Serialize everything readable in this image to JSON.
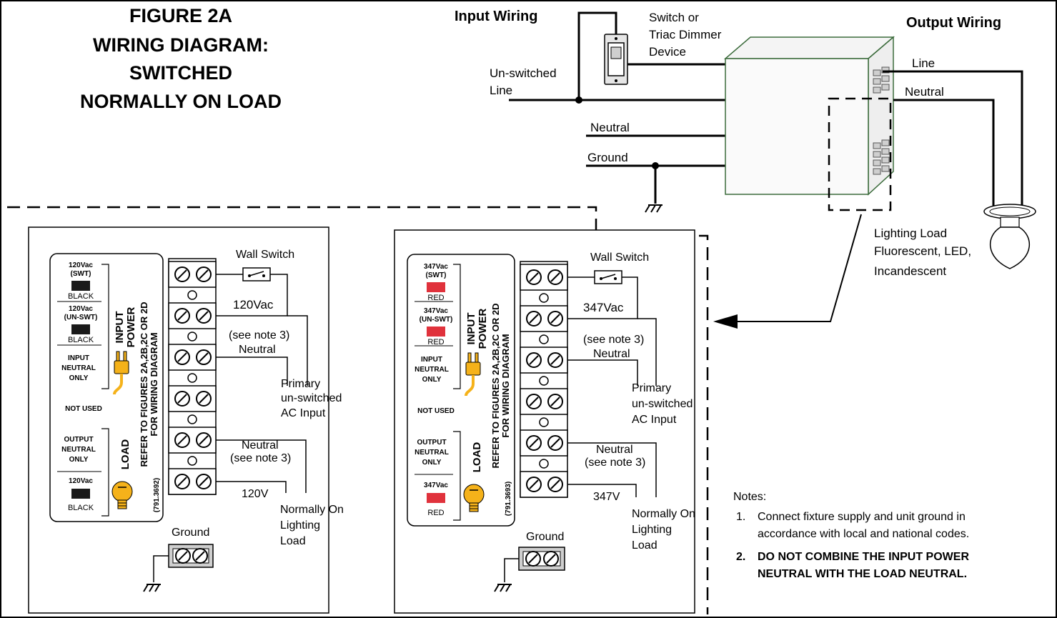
{
  "title": {
    "line1": "FIGURE 2A",
    "line2": "WIRING DIAGRAM:",
    "line3": "SWITCHED",
    "line4": "NORMALLY ON LOAD"
  },
  "top": {
    "input_wiring": "Input Wiring",
    "output_wiring": "Output Wiring",
    "switch_line1": "Switch or",
    "switch_line2": "Triac Dimmer",
    "switch_line3": "Device",
    "unswitched_line1": "Un-switched",
    "unswitched_line2": "Line",
    "neutral": "Neutral",
    "ground": "Ground",
    "out_line": "Line",
    "out_neutral": "Neutral",
    "load_line1": "Lighting Load",
    "load_line2": "Fluorescent, LED,",
    "load_line3": "Incandescent"
  },
  "panel120": {
    "swt_v": "120Vac",
    "swt_tag": "(SWT)",
    "swt_color": "BLACK",
    "unswt_v": "120Vac",
    "unswt_tag": "(UN-SWT)",
    "unswt_color": "BLACK",
    "input_neutral_1": "INPUT",
    "input_neutral_2": "NEUTRAL",
    "input_neutral_3": "ONLY",
    "not_used": "NOT USED",
    "output_neutral_1": "OUTPUT",
    "output_neutral_2": "NEUTRAL",
    "output_neutral_3": "ONLY",
    "load_v": "120Vac",
    "load_color": "BLACK",
    "input_power_1": "INPUT",
    "input_power_2": "POWER",
    "load": "LOAD",
    "refer_1": "REFER TO FIGURES 2A,2B,2C OR 2D",
    "refer_2": "FOR WIRING DIAGRAM",
    "part_no": "(791.3692)",
    "wall_switch": "Wall Switch",
    "vac": "120Vac",
    "see_note": "(see note 3)",
    "neutral": "Neutral",
    "primary_1": "Primary",
    "primary_2": "un-switched",
    "primary_3": "AC Input",
    "neutral2": "Neutral",
    "see_note2": "(see note 3)",
    "load_volt": "120V",
    "normally_1": "Normally On",
    "normally_2": "Lighting",
    "normally_3": "Load",
    "ground": "Ground"
  },
  "panel347": {
    "swt_v": "347Vac",
    "swt_tag": "(SWT)",
    "swt_color": "RED",
    "unswt_v": "347Vac",
    "unswt_tag": "(UN-SWT)",
    "unswt_color": "RED",
    "input_neutral_1": "INPUT",
    "input_neutral_2": "NEUTRAL",
    "input_neutral_3": "ONLY",
    "not_used": "NOT USED",
    "output_neutral_1": "OUTPUT",
    "output_neutral_2": "NEUTRAL",
    "output_neutral_3": "ONLY",
    "load_v": "347Vac",
    "load_color": "RED",
    "input_power_1": "INPUT",
    "input_power_2": "POWER",
    "load": "LOAD",
    "refer_1": "REFER TO FIGURES 2A,2B,2C OR 2D",
    "refer_2": "FOR WIRING DIAGRAM",
    "part_no": "(791.3693)",
    "wall_switch": "Wall Switch",
    "vac": "347Vac",
    "see_note": "(see note 3)",
    "neutral": "Neutral",
    "primary_1": "Primary",
    "primary_2": "un-switched",
    "primary_3": "AC Input",
    "neutral2": "Neutral",
    "see_note2": "(see note 3)",
    "load_volt": "347V",
    "normally_1": "Normally On",
    "normally_2": "Lighting",
    "normally_3": "Load",
    "ground": "Ground"
  },
  "notes": {
    "heading": "Notes:",
    "n1_num": "1.",
    "n1_line1": "Connect fixture supply and unit ground in",
    "n1_line2": "accordance with local and national codes.",
    "n2_num": "2.",
    "n2_line1": "DO NOT COMBINE THE INPUT POWER",
    "n2_line2": "NEUTRAL WITH THE LOAD  NEUTRAL."
  },
  "colors": {
    "red_wire": "#e0323c",
    "black_wire": "#1a1a1a",
    "bulb": "#f5b21a",
    "box_edge": "#3b6b3b"
  },
  "icons": [
    "plug-icon",
    "bulb-icon",
    "ground-icon",
    "wall-switch-icon",
    "screw-terminal-icon"
  ]
}
